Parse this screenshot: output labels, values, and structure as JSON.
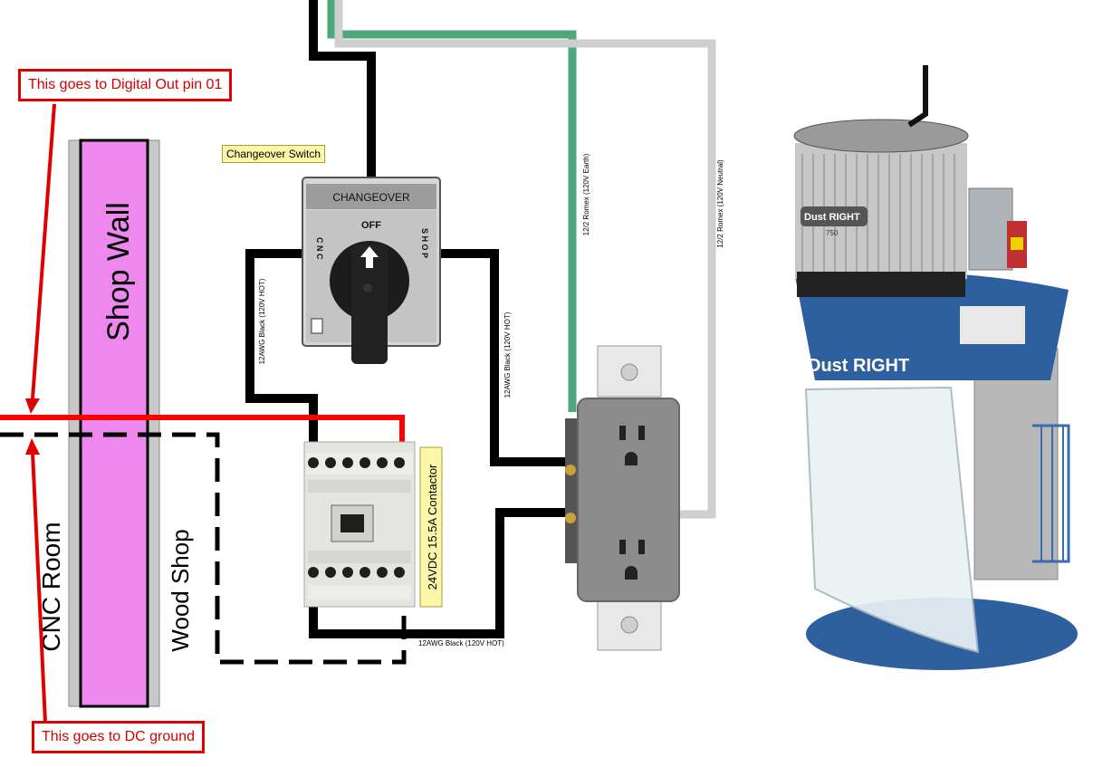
{
  "callouts": {
    "digital_out": "This goes to Digital Out pin 01",
    "dc_ground": "This goes to DC ground"
  },
  "labels": {
    "changeover_switch": "Changeover Switch",
    "shop_wall": "Shop Wall",
    "cnc_room": "CNC Room",
    "wood_shop": "Wood Shop",
    "contactor": "24VDC 15.5A Contactor"
  },
  "switch": {
    "header": "CHANGEOVER",
    "off": "OFF",
    "cnc": "C N C",
    "shop": "S H O P"
  },
  "wires": {
    "earth": "12/2 Romex (120V Earth)",
    "neutral": "12/2 Romex (120V Neutral)",
    "hot_left": "12AWG Black (120V HOT)",
    "hot_mid": "12AWG Black (120V HOT)",
    "hot_bottom": "12AWG Black (120V HOT)"
  },
  "dust_collector": {
    "brand": "Dust RIGHT",
    "model": "750"
  },
  "colors": {
    "signal_wire": "#ff0000",
    "hot_wire": "#000000",
    "earth_wire": "#4fa77c",
    "neutral_wire": "#cfcfcf",
    "wall_fill": "#ee88ee",
    "collector_blue": "#2e5f9e"
  }
}
